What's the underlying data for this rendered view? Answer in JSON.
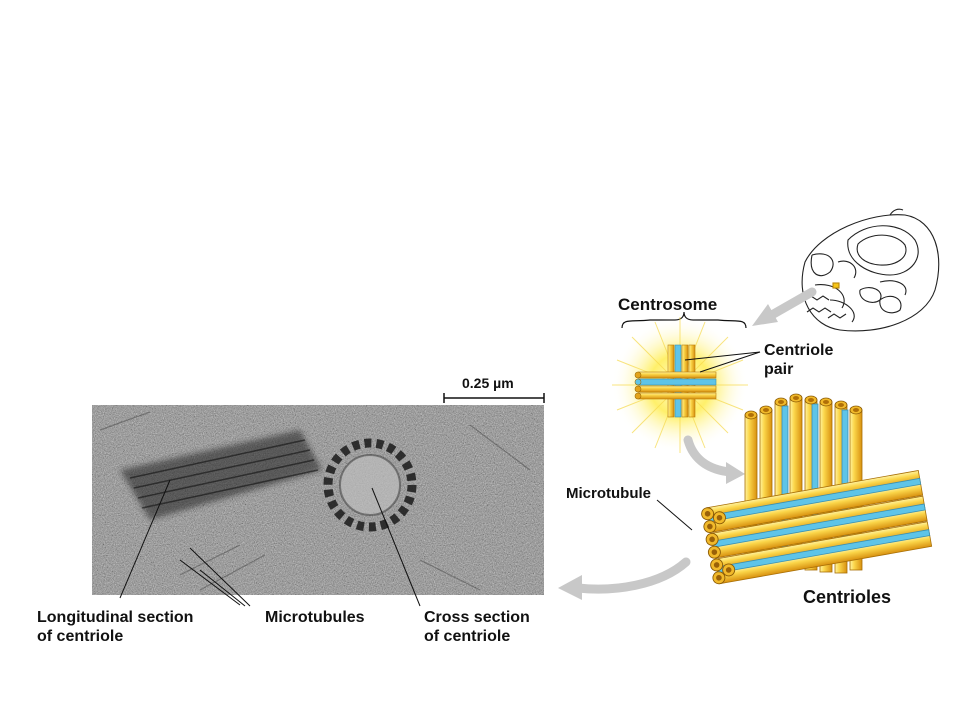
{
  "labels": {
    "centrosome": "Centrosome",
    "centriole_pair_line1": "Centriole",
    "centriole_pair_line2": "pair",
    "microtubule": "Microtubule",
    "centrioles": "Centrioles",
    "scale_bar": "0.25 µm",
    "longitudinal_line1": "Longitudinal section",
    "longitudinal_line2": "of centriole",
    "microtubules": "Microtubules",
    "cross_line1": "Cross section",
    "cross_line2": "of centriole"
  },
  "colors": {
    "tube_outer": "#e3a31a",
    "tube_inner": "#fbd64a",
    "tube_blue": "#5ec4e8",
    "arrow_gray": "#c8c8c8",
    "glow": "#ffe95a",
    "micrograph_base": "#8c8c8c"
  }
}
